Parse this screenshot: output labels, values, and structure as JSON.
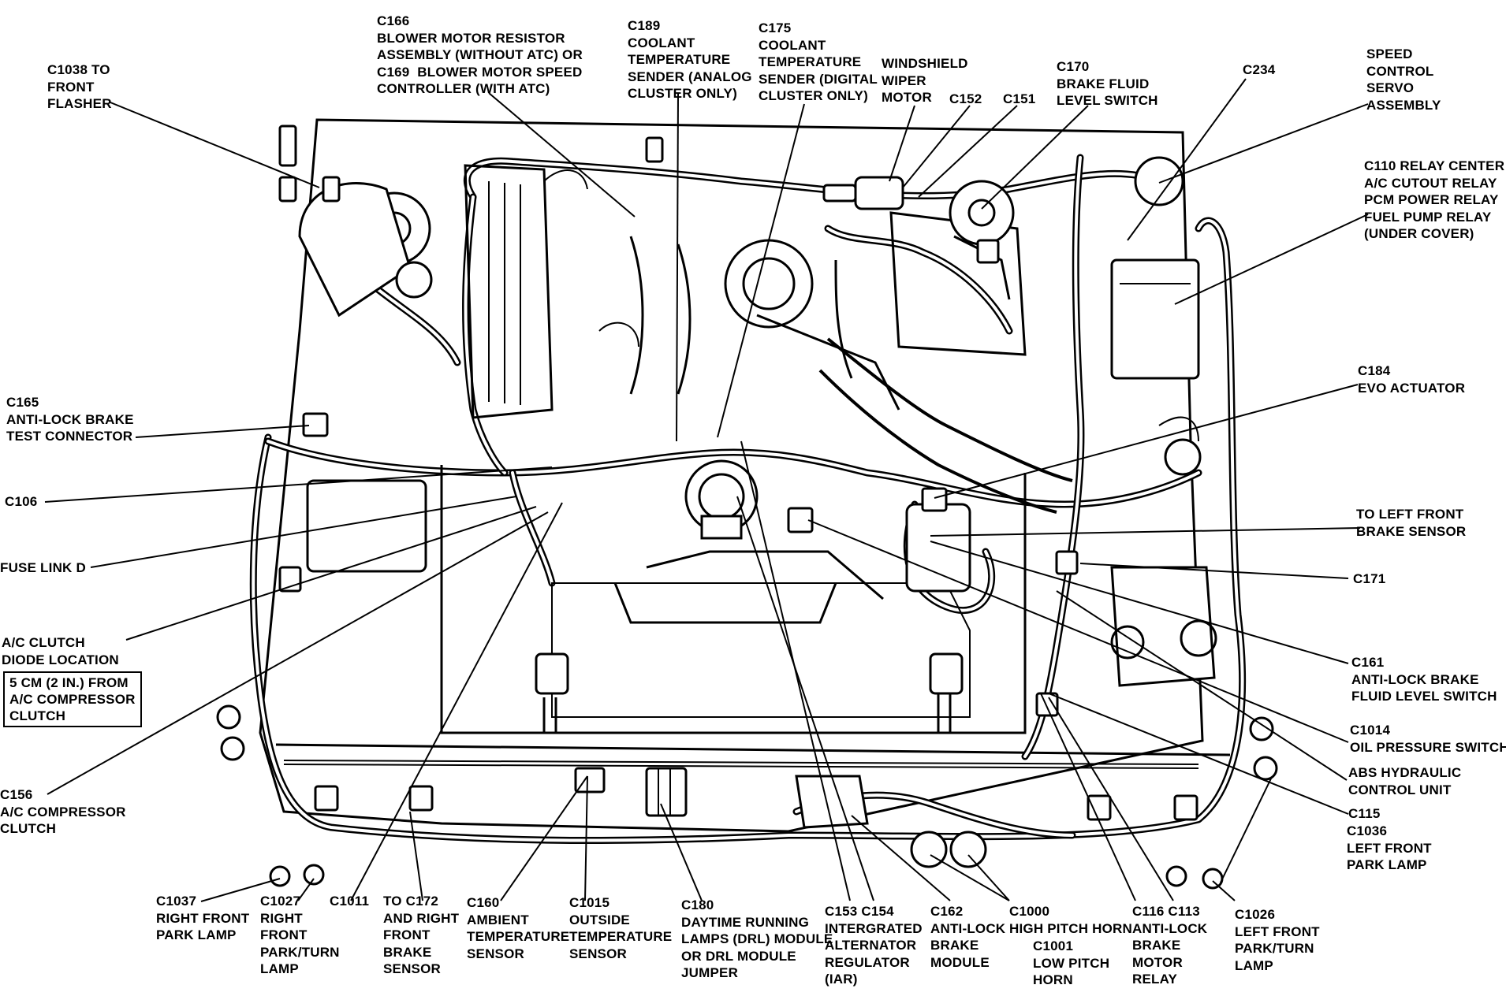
{
  "diagram": {
    "labels": {
      "c1038": "C1038 TO\nFRONT\nFLASHER",
      "c166": "C166\nBLOWER MOTOR RESISTOR\nASSEMBLY (WITHOUT ATC) OR\nC169  BLOWER MOTOR SPEED\nCONTROLLER (WITH ATC)",
      "c189": "C189\nCOOLANT\nTEMPERATURE\nSENDER (ANALOG\nCLUSTER ONLY)",
      "c175": "C175\nCOOLANT\nTEMPERATURE\nSENDER (DIGITAL\nCLUSTER ONLY)",
      "windshield": "WINDSHIELD\nWIPER\nMOTOR",
      "c152": "C152",
      "c151": "C151",
      "c170": "C170\nBRAKE FLUID\nLEVEL SWITCH",
      "c234": "C234",
      "speed_control": "SPEED\nCONTROL\nSERVO\nASSEMBLY",
      "c110": "C110 RELAY CENTER\nA/C CUTOUT RELAY\nPCM POWER RELAY\nFUEL PUMP RELAY\n(UNDER COVER)",
      "c165": "C165\nANTI-LOCK BRAKE\nTEST CONNECTOR",
      "c184": "C184\nEVO ACTUATOR",
      "c106": "C106",
      "fuse_link": "FUSE LINK D",
      "to_left_front": "TO LEFT FRONT\nBRAKE SENSOR",
      "c171": "C171",
      "ac_clutch_diode": "A/C CLUTCH\nDIODE LOCATION",
      "ac_clutch_box": "5 CM (2 IN.) FROM\nA/C COMPRESSOR\nCLUTCH",
      "c161": "C161\nANTI-LOCK BRAKE\nFLUID LEVEL SWITCH",
      "c1014": "C1014\nOIL PRESSURE SWITCH",
      "abs_hydraulic": "ABS HYDRAULIC\nCONTROL UNIT",
      "c115": "C115",
      "c1036": "C1036\nLEFT FRONT\nPARK LAMP",
      "c156": "C156\nA/C COMPRESSOR\nCLUTCH",
      "c1037": "C1037\nRIGHT FRONT\nPARK LAMP",
      "c1027": "C1027\nRIGHT\nFRONT\nPARK/TURN\nLAMP",
      "c1011": "C1011",
      "to_c172": "TO C172\nAND RIGHT\nFRONT\nBRAKE\nSENSOR",
      "c160": "C160\nAMBIENT\nTEMPERATURE\nSENSOR",
      "c1015": "C1015\nOUTSIDE\nTEMPERATURE\nSENSOR",
      "c180": "C180\nDAYTIME RUNNING\nLAMPS (DRL) MODULE\nOR DRL MODULE\nJUMPER",
      "c153": "C153 C154\nINTERGRATED\nALTERNATOR\nREGULATOR\n(IAR)",
      "c162": "C162\nANTI-LOCK\nBRAKE\nMODULE",
      "c1000": "C1000\nHIGH PITCH HORN",
      "c1001": "C1001\nLOW PITCH\nHORN",
      "c116": "C116 C113\nANTI-LOCK\nBRAKE\nMOTOR\nRELAY",
      "c1026": "C1026\nLEFT FRONT\nPARK/TURN\nLAMP"
    }
  }
}
